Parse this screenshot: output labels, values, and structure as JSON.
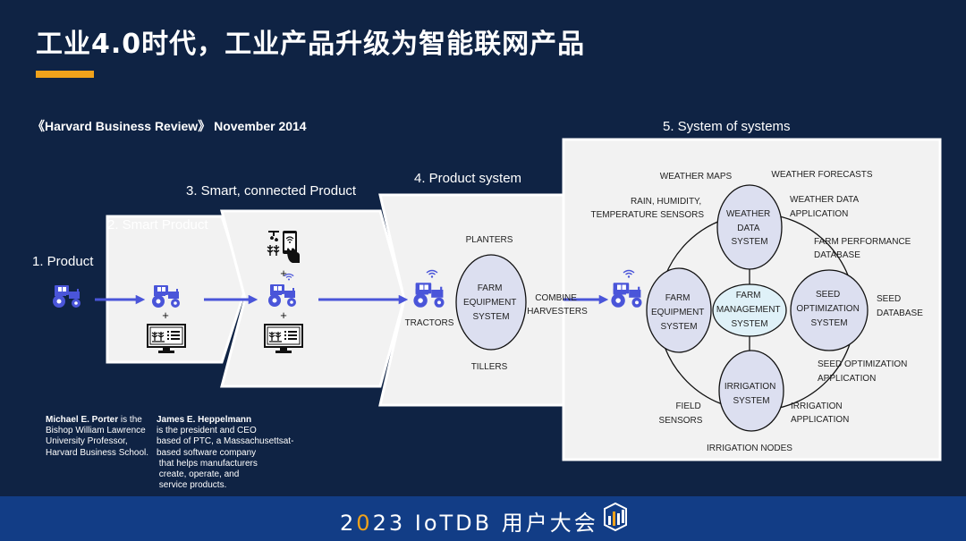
{
  "title": "工业4.0时代，工业产品升级为智能联网产品",
  "source": "《Harvard Business Review》 November 2014",
  "stages": [
    {
      "label": "1. Product"
    },
    {
      "label": "2. Smart Product"
    },
    {
      "label": "3. Smart, connected Product"
    },
    {
      "label": "4. Product system"
    },
    {
      "label": "5. System of systems"
    }
  ],
  "plus": "+",
  "product_system": {
    "center": [
      "FARM",
      "EQUIPMENT",
      "SYSTEM"
    ],
    "tractors": "TRACTORS",
    "planters": "PLANTERS",
    "combine": [
      "COMBINE",
      "HARVESTERS"
    ],
    "tillers": "TILLERS"
  },
  "system_of_systems": {
    "weather": [
      "WEATHER",
      "DATA",
      "SYSTEM"
    ],
    "farm_equipment": [
      "FARM",
      "EQUIPMENT",
      "SYSTEM"
    ],
    "farm_management": [
      "FARM",
      "MANAGEMENT",
      "SYSTEM"
    ],
    "seed": [
      "SEED",
      "OPTIMIZATION",
      "SYSTEM"
    ],
    "irrigation": [
      "IRRIGATION",
      "SYSTEM"
    ],
    "weather_maps": "WEATHER MAPS",
    "weather_forecasts": "WEATHER FORECASTS",
    "rain_sensors": [
      "RAIN, HUMIDITY,",
      "TEMPERATURE SENSORS"
    ],
    "weather_app": [
      "WEATHER DATA",
      "APPLICATION"
    ],
    "farm_perf_db": [
      "FARM PERFORMANCE",
      "DATABASE"
    ],
    "seed_db": [
      "SEED",
      "DATABASE"
    ],
    "seed_app": [
      "SEED OPTIMIZATION",
      "APPLICATION"
    ],
    "field_sensors": [
      "FIELD",
      "SENSORS"
    ],
    "irrigation_app": [
      "IRRIGATION",
      "APPLICATION"
    ],
    "irrigation_nodes": "IRRIGATION NODES"
  },
  "authors": {
    "porter_name": "Michael E. Porter",
    "porter_bio_1": " is the",
    "porter_bio_rest": "Bishop William Lawrence\nUniversity Professor,\nHarvard Business School.",
    "heppelmann_name": "James E. Heppelmann",
    "heppelmann_bio": "is the president and CEO\nbased of PTC, a Massachusettsat-\nbased software company\n that helps manufacturers\n create, operate, and\n service products."
  },
  "footer": {
    "year_a": "2",
    "year_b": "0",
    "year_c": "23",
    "rest": " IoTDB 用户大会"
  },
  "colors": {
    "background": "#0f2344",
    "accent": "#f0a21b",
    "icon_blue": "#4a55d9",
    "ellipse_fill": "#dcdff0",
    "center_ellipse_fill": "#dff1f8",
    "footer_bg": "#123d86"
  }
}
